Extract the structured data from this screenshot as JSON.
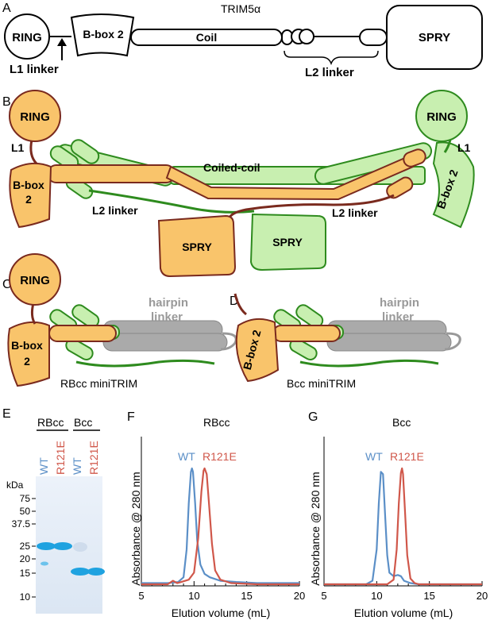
{
  "panels": {
    "a": {
      "letter": "A",
      "title": "TRIM5α",
      "ring": "RING",
      "bbox": "B-box 2",
      "coil": "Coil",
      "spry": "SPRY",
      "l1": "L1 linker",
      "l2": "L2 linker"
    },
    "b": {
      "letter": "B",
      "ring_left": "RING",
      "ring_right": "RING",
      "l1_left": "L1",
      "l1_right": "L1",
      "bbox_left": "B-box 2",
      "bbox_right": "B-box 2",
      "coiled_coil": "Coiled-coil",
      "l2_left": "L2 linker",
      "l2_right": "L2 linker",
      "spry_left": "SPRY",
      "spry_right": "SPRY"
    },
    "c": {
      "letter": "C",
      "ring": "RING",
      "bbox": "B-box 2",
      "hairpin_line1": "hairpin",
      "hairpin_line2": "linker",
      "caption": "RBcc miniTRIM"
    },
    "d": {
      "letter": "D",
      "bbox": "B-box 2",
      "hairpin_line1": "hairpin",
      "hairpin_line2": "linker",
      "caption": "Bcc miniTRIM"
    },
    "e": {
      "letter": "E",
      "group1": "RBcc",
      "group2": "Bcc",
      "lanes": [
        "WT",
        "R121E",
        "WT",
        "R121E"
      ],
      "kda_label": "kDa",
      "markers": [
        "75",
        "50",
        "37.5",
        "25",
        "20",
        "15",
        "10"
      ]
    }
  },
  "chart_data": [
    {
      "type": "line",
      "panel": "F",
      "title": "RBcc",
      "xlabel": "Elution volume (mL)",
      "ylabel": "Absorbance @ 280 nm",
      "xlim": [
        5,
        20
      ],
      "xticks": [
        5,
        10,
        15,
        20
      ],
      "series": [
        {
          "name": "WT",
          "color": "#5b8fc7",
          "x": [
            5,
            7.5,
            8.5,
            9.0,
            9.3,
            9.5,
            9.7,
            9.8,
            9.9,
            10.1,
            10.3,
            10.6,
            11.0,
            11.5,
            12.5,
            14,
            16,
            20
          ],
          "y": [
            0.01,
            0.01,
            0.02,
            0.06,
            0.3,
            0.7,
            0.97,
            1.0,
            0.97,
            0.7,
            0.38,
            0.17,
            0.09,
            0.06,
            0.03,
            0.02,
            0.01,
            0.01
          ]
        },
        {
          "name": "R121E",
          "color": "#d0574a",
          "x": [
            5,
            7.5,
            8.0,
            8.4,
            8.8,
            9.5,
            10.0,
            10.4,
            10.7,
            10.9,
            11.0,
            11.2,
            11.4,
            11.7,
            12.0,
            12.5,
            13.5,
            16,
            20
          ],
          "y": [
            0.0,
            0.0,
            0.03,
            0.01,
            0.02,
            0.04,
            0.1,
            0.4,
            0.8,
            0.98,
            1.0,
            0.95,
            0.72,
            0.35,
            0.12,
            0.04,
            0.01,
            0.0,
            0.0
          ]
        }
      ]
    },
    {
      "type": "line",
      "panel": "G",
      "title": "Bcc",
      "xlabel": "Elution volume (mL)",
      "ylabel": "Absorbance @ 280 nm",
      "xlim": [
        5,
        20
      ],
      "xticks": [
        5,
        10,
        15,
        20
      ],
      "series": [
        {
          "name": "WT",
          "color": "#5b8fc7",
          "x": [
            5,
            9.0,
            9.6,
            10.0,
            10.2,
            10.4,
            10.6,
            10.8,
            11.0,
            11.2,
            11.6,
            12.0,
            12.3,
            12.6,
            13.2,
            14,
            20
          ],
          "y": [
            0.0,
            0.0,
            0.03,
            0.3,
            0.7,
            0.97,
            0.95,
            0.6,
            0.25,
            0.1,
            0.07,
            0.08,
            0.07,
            0.03,
            0.01,
            0.0,
            0.0
          ]
        },
        {
          "name": "R121E",
          "color": "#d0574a",
          "x": [
            5,
            11.0,
            11.6,
            11.9,
            12.1,
            12.3,
            12.4,
            12.5,
            12.7,
            12.9,
            13.2,
            13.6,
            14,
            20
          ],
          "y": [
            0.0,
            0.0,
            0.04,
            0.3,
            0.7,
            0.96,
            1.0,
            0.95,
            0.6,
            0.25,
            0.05,
            0.01,
            0.0,
            0.0
          ]
        }
      ]
    }
  ],
  "colors": {
    "orange": "#f9c46b",
    "green": "#c8efb0",
    "green_dark": "#2e8b1e",
    "brown": "#7a2a1e",
    "gray": "#aaaaaa",
    "wt": "#5b8fc7",
    "r121e": "#d0574a"
  }
}
